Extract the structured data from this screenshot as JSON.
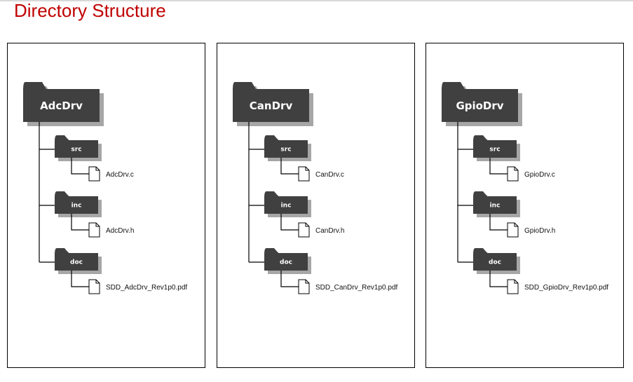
{
  "page": {
    "title": "Directory Structure"
  },
  "colors": {
    "title": "#c00000",
    "folder_fill": "#404040",
    "folder_shadow": "#a6a6a6",
    "tree_line": "#000000"
  },
  "panels": [
    {
      "root_label": "AdcDrv",
      "children": [
        {
          "label": "src",
          "file": "AdcDrv.c"
        },
        {
          "label": "inc",
          "file": "AdcDrv.h"
        },
        {
          "label": "doc",
          "file": "SDD_AdcDrv_Rev1p0.pdf"
        }
      ]
    },
    {
      "root_label": "CanDrv",
      "children": [
        {
          "label": "src",
          "file": "CanDrv.c"
        },
        {
          "label": "inc",
          "file": "CanDrv.h"
        },
        {
          "label": "doc",
          "file": "SDD_CanDrv_Rev1p0.pdf"
        }
      ]
    },
    {
      "root_label": "GpioDrv",
      "children": [
        {
          "label": "src",
          "file": "GpioDrv.c"
        },
        {
          "label": "inc",
          "file": "GpioDrv.h"
        },
        {
          "label": "doc",
          "file": "SDD_GpioDrv_Rev1p0.pdf"
        }
      ]
    }
  ]
}
